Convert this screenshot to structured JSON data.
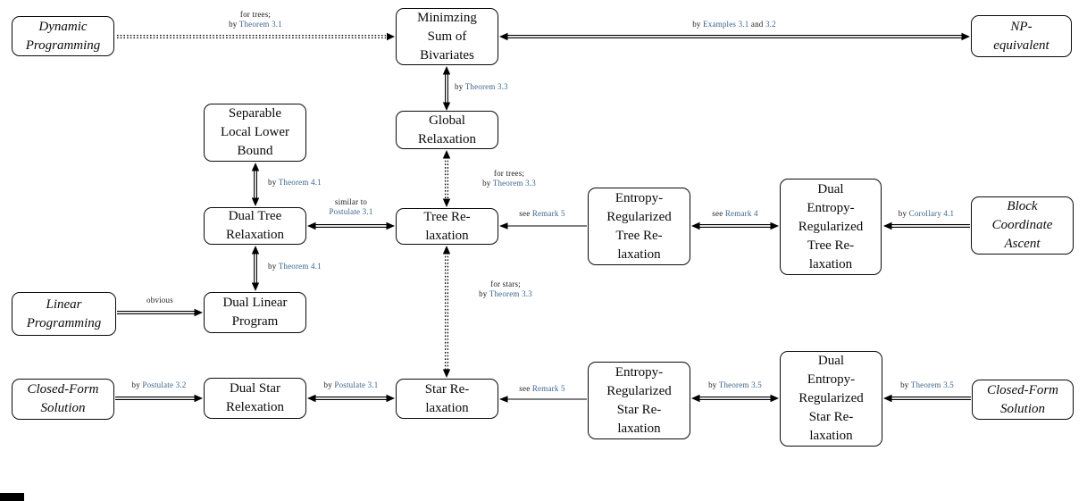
{
  "nodes": {
    "dynamic_programming": "Dynamic\nProgramming",
    "minimizing": "Minimzing\nSum of\nBivariates",
    "np_equivalent": "NP-\nequivalent",
    "separable": "Separable\nLocal Lower\nBound",
    "global_relaxation": "Global\nRelaxation",
    "dual_tree": "Dual Tree\nRelaxation",
    "tree_relaxation": "Tree Re-\nlaxation",
    "entropy_tree": "Entropy-\nRegularized\nTree Re-\nlaxation",
    "dual_entropy_tree": "Dual\nEntropy-\nRegularized\nTree Re-\nlaxation",
    "block_coordinate": "Block\nCoordinate\nAscent",
    "linear_programming": "Linear\nProgramming",
    "dual_linear": "Dual Linear\nProgram",
    "closed_form_left": "Closed-Form\nSolution",
    "dual_star": "Dual Star\nRelexation",
    "star_relaxation": "Star Re-\nlaxation",
    "entropy_star": "Entropy-\nRegularized\nStar Re-\nlaxation",
    "dual_entropy_star": "Dual\nEntropy-\nRegularized\nStar Re-\nlaxation",
    "closed_form_right": "Closed-Form\nSolution"
  },
  "labels": {
    "dp_min": {
      "line1": "for trees;",
      "pre": "by ",
      "link": "Theorem 3.1"
    },
    "min_np": {
      "pre": "by ",
      "link": "Examples 3.1",
      "mid": " and ",
      "link2": "3.2"
    },
    "min_global": {
      "pre": "by ",
      "link": "Theorem 3.3"
    },
    "global_tree": {
      "line1": "for trees;",
      "pre": "by ",
      "link": "Theorem 3.3"
    },
    "sep_dualtree": {
      "pre": "by ",
      "link": "Theorem 4.1"
    },
    "dualtree_tree": {
      "line1": "similar to",
      "link": "Postulate 3.1"
    },
    "enttree_tree": {
      "pre": "see ",
      "link": "Remark 5"
    },
    "enttree_dualenttree": {
      "pre": "see ",
      "link": "Remark 4"
    },
    "bca_dualenttree": {
      "pre": "by ",
      "link": "Corollary 4.1"
    },
    "dualtree_duallinear": {
      "pre": "by ",
      "link": "Theorem 4.1"
    },
    "lp_duallinear": {
      "plain": "obvious"
    },
    "tree_star": {
      "line1": "for stars;",
      "pre": "by ",
      "link": "Theorem 3.3"
    },
    "cf_dualstar": {
      "pre": "by ",
      "link": "Postulate 3.2"
    },
    "dualstar_star": {
      "pre": "by ",
      "link": "Postulate 3.1"
    },
    "entstar_star": {
      "pre": "see ",
      "link": "Remark 5"
    },
    "entstar_dualentstar": {
      "pre": "by ",
      "link": "Theorem 3.5"
    },
    "cf_dualentstar": {
      "pre": "by ",
      "link": "Theorem 3.5"
    }
  },
  "colors": {
    "link_blue": "#3a648f",
    "line_black": "#000000",
    "box_fill": "#ffffff"
  }
}
